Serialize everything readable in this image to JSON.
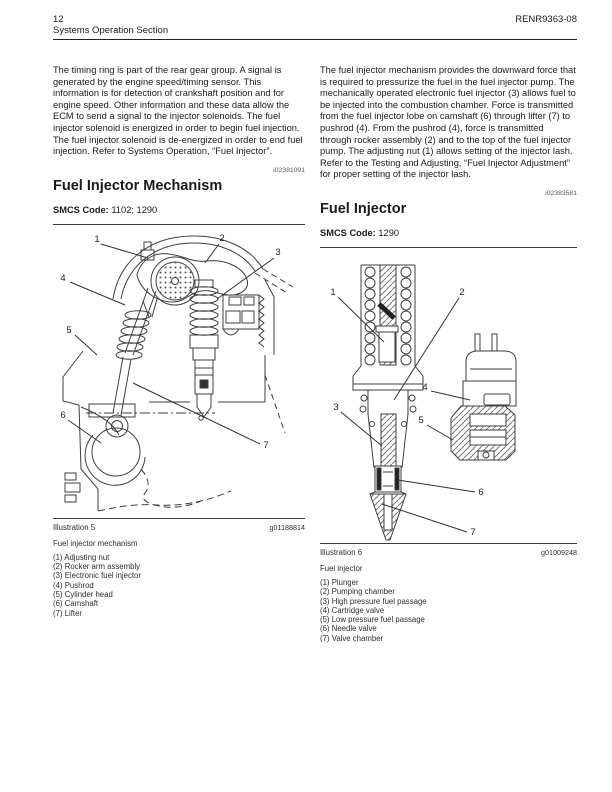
{
  "header": {
    "page_number": "12",
    "section_title": "Systems Operation Section",
    "doc_code": "RENR9363-08"
  },
  "left_column": {
    "intro_paragraph": "The timing ring is part of the rear gear group. A signal is generated by the engine speed/timing sensor. This information is for detection of crankshaft position and for engine speed. Other information and these data allow the ECM to send a signal to the injector solenoids. The fuel injector solenoid is energized in order to begin fuel injection. The fuel injector solenoid is de-energized in order to end fuel injection. Refer to Systems Operation, “Fuel Injector”.",
    "ref_code": "i02381091",
    "heading": "Fuel Injector Mechanism",
    "smcs_label": "SMCS Code:",
    "smcs_value": "1102; 1290",
    "figure": {
      "label": "Illustration 5",
      "code": "g01188814",
      "caption": "Fuel injector mechanism",
      "callouts": [
        "1",
        "2",
        "3",
        "4",
        "5",
        "6",
        "7"
      ],
      "legend": [
        "(1) Adjusting nut",
        "(2) Rocker arm assembly",
        "(3) Electronic fuel injector",
        "(4) Pushrod",
        "(5) Cylinder head",
        "(6) Camshaft",
        "(7) Lifter"
      ]
    }
  },
  "right_column": {
    "intro_paragraph": "The fuel injector mechanism provides the downward force that is required to pressurize the fuel in the fuel injector pump. The mechanically operated electronic fuel injector (3) allows fuel to be injected into the combustion chamber. Force is transmitted from the fuel injector lobe on camshaft (6) through lifter (7) to pushrod (4). From the pushrod (4), force is transmitted through rocker assembly (2) and to the top of the fuel injector pump. The adjusting nut (1) allows setting of the injector lash. Refer to the Testing and Adjusting, “Fuel Injector Adjustment” for proper setting of the injector lash.",
    "ref_code": "i02383581",
    "heading": "Fuel Injector",
    "smcs_label": "SMCS Code:",
    "smcs_value": "1290",
    "figure": {
      "label": "Illustration 6",
      "code": "g01009248",
      "caption": "Fuel injector",
      "callouts": [
        "1",
        "2",
        "3",
        "4",
        "5",
        "6",
        "7"
      ],
      "legend": [
        "(1) Plunger",
        "(2) Pumping chamber",
        "(3) High pressure fuel passage",
        "(4) Cartridge valve",
        "(5) Low pressure fuel passage",
        "(6) Needle valve",
        "(7) Valve chamber"
      ]
    }
  }
}
